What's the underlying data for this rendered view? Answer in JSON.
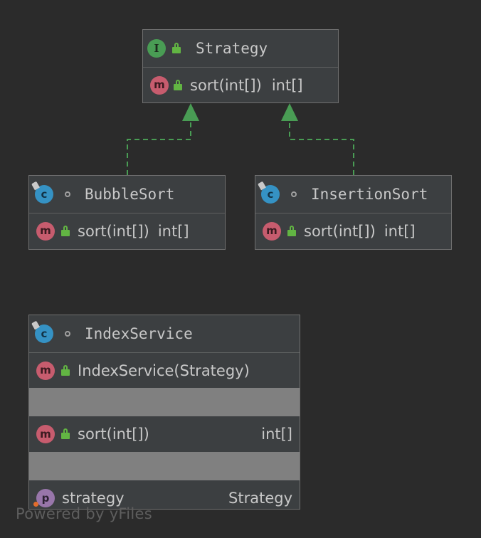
{
  "nodes": {
    "strategy": {
      "kind_badge": "I",
      "name": "Strategy",
      "methods": [
        {
          "badge": "m",
          "signature": "sort(int[])",
          "return_type": "int[]"
        }
      ]
    },
    "bubble_sort": {
      "kind_badge": "c",
      "name": "BubbleSort",
      "methods": [
        {
          "badge": "m",
          "signature": "sort(int[])",
          "return_type": "int[]"
        }
      ]
    },
    "insertion_sort": {
      "kind_badge": "c",
      "name": "InsertionSort",
      "methods": [
        {
          "badge": "m",
          "signature": "sort(int[])",
          "return_type": "int[]"
        }
      ]
    },
    "index_service": {
      "kind_badge": "c",
      "name": "IndexService",
      "constructor": {
        "badge": "m",
        "signature": "IndexService(Strategy)"
      },
      "methods": [
        {
          "badge": "m",
          "signature": "sort(int[])",
          "return_type": "int[]"
        }
      ],
      "properties": [
        {
          "badge": "p",
          "name": "strategy",
          "type": "Strategy"
        }
      ]
    }
  },
  "edges": [
    {
      "from": "BubbleSort",
      "to": "Strategy",
      "kind": "realization"
    },
    {
      "from": "InsertionSort",
      "to": "Strategy",
      "kind": "realization"
    }
  ],
  "colors": {
    "background": "#2b2b2b",
    "node_fill": "#3c3f41",
    "edge": "#499c54"
  },
  "footer": "Powered by yFiles"
}
